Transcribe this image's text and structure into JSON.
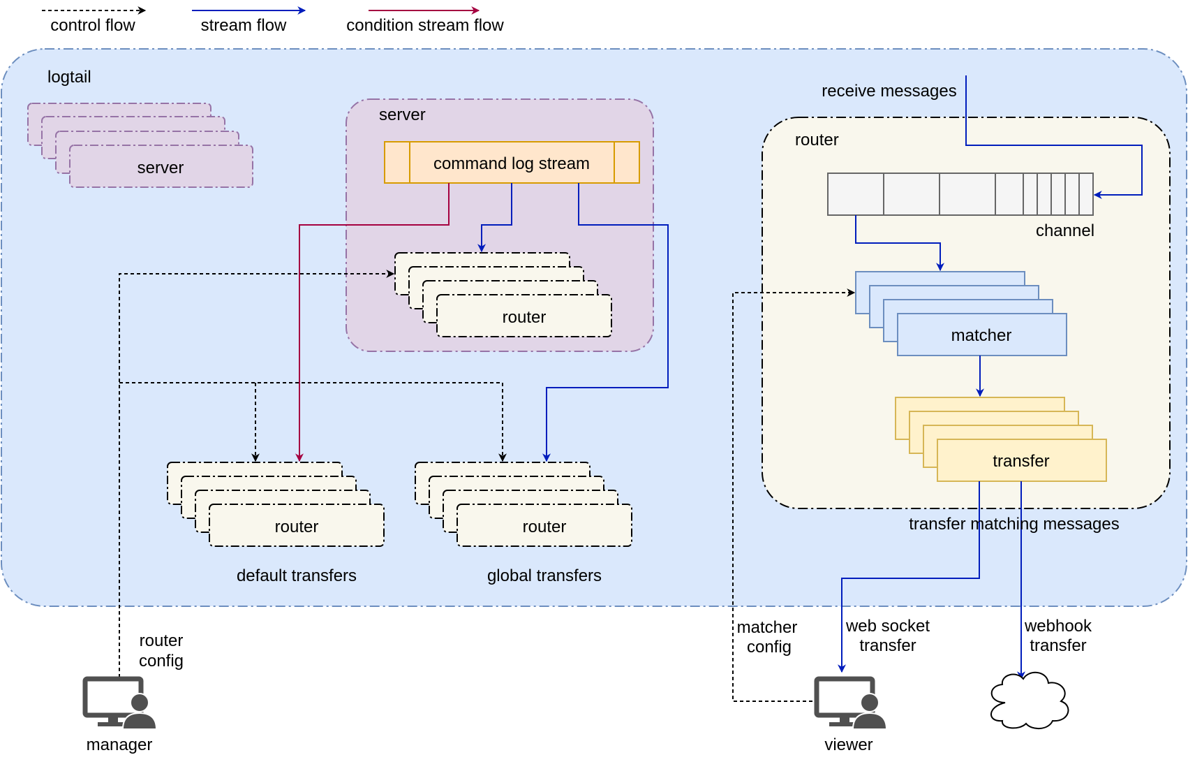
{
  "legend": {
    "control_flow": "control flow",
    "stream_flow": "stream flow",
    "condition_stream_flow": "condition stream flow"
  },
  "logtail": {
    "label": "logtail"
  },
  "servers_stack": {
    "label": "server"
  },
  "server_group": {
    "label": "server",
    "command_log_stream": "command log stream",
    "router_label": "router"
  },
  "router_group": {
    "label": "router",
    "receive_messages": "receive messages",
    "channel": "channel",
    "matcher": "matcher",
    "transfer": "transfer",
    "transfer_matching": "transfer matching messages"
  },
  "default_transfers": {
    "router_label": "router",
    "caption": "default transfers"
  },
  "global_transfers": {
    "router_label": "router",
    "caption": "global transfers"
  },
  "manager": {
    "label": "manager",
    "config_line1": "router",
    "config_line2": "config"
  },
  "viewer": {
    "label": "viewer",
    "config_line1": "matcher",
    "config_line2": "config"
  },
  "web_socket": {
    "line1": "web socket",
    "line2": "transfer"
  },
  "webhook": {
    "line1": "webhook",
    "line2": "transfer"
  },
  "colors": {
    "logtail_fill": "#dae8fc",
    "logtail_stroke": "#6c8ebf",
    "server_fill": "#e1d5e7",
    "server_stroke": "#9673a6",
    "router_fill": "#f9f7ed",
    "command_fill": "#ffe6cc",
    "command_stroke": "#d79b00",
    "transfer_fill": "#fff2cc",
    "transfer_stroke": "#d6b656",
    "stream": "#001dbc",
    "condition": "#a50040",
    "icon": "#505050"
  }
}
